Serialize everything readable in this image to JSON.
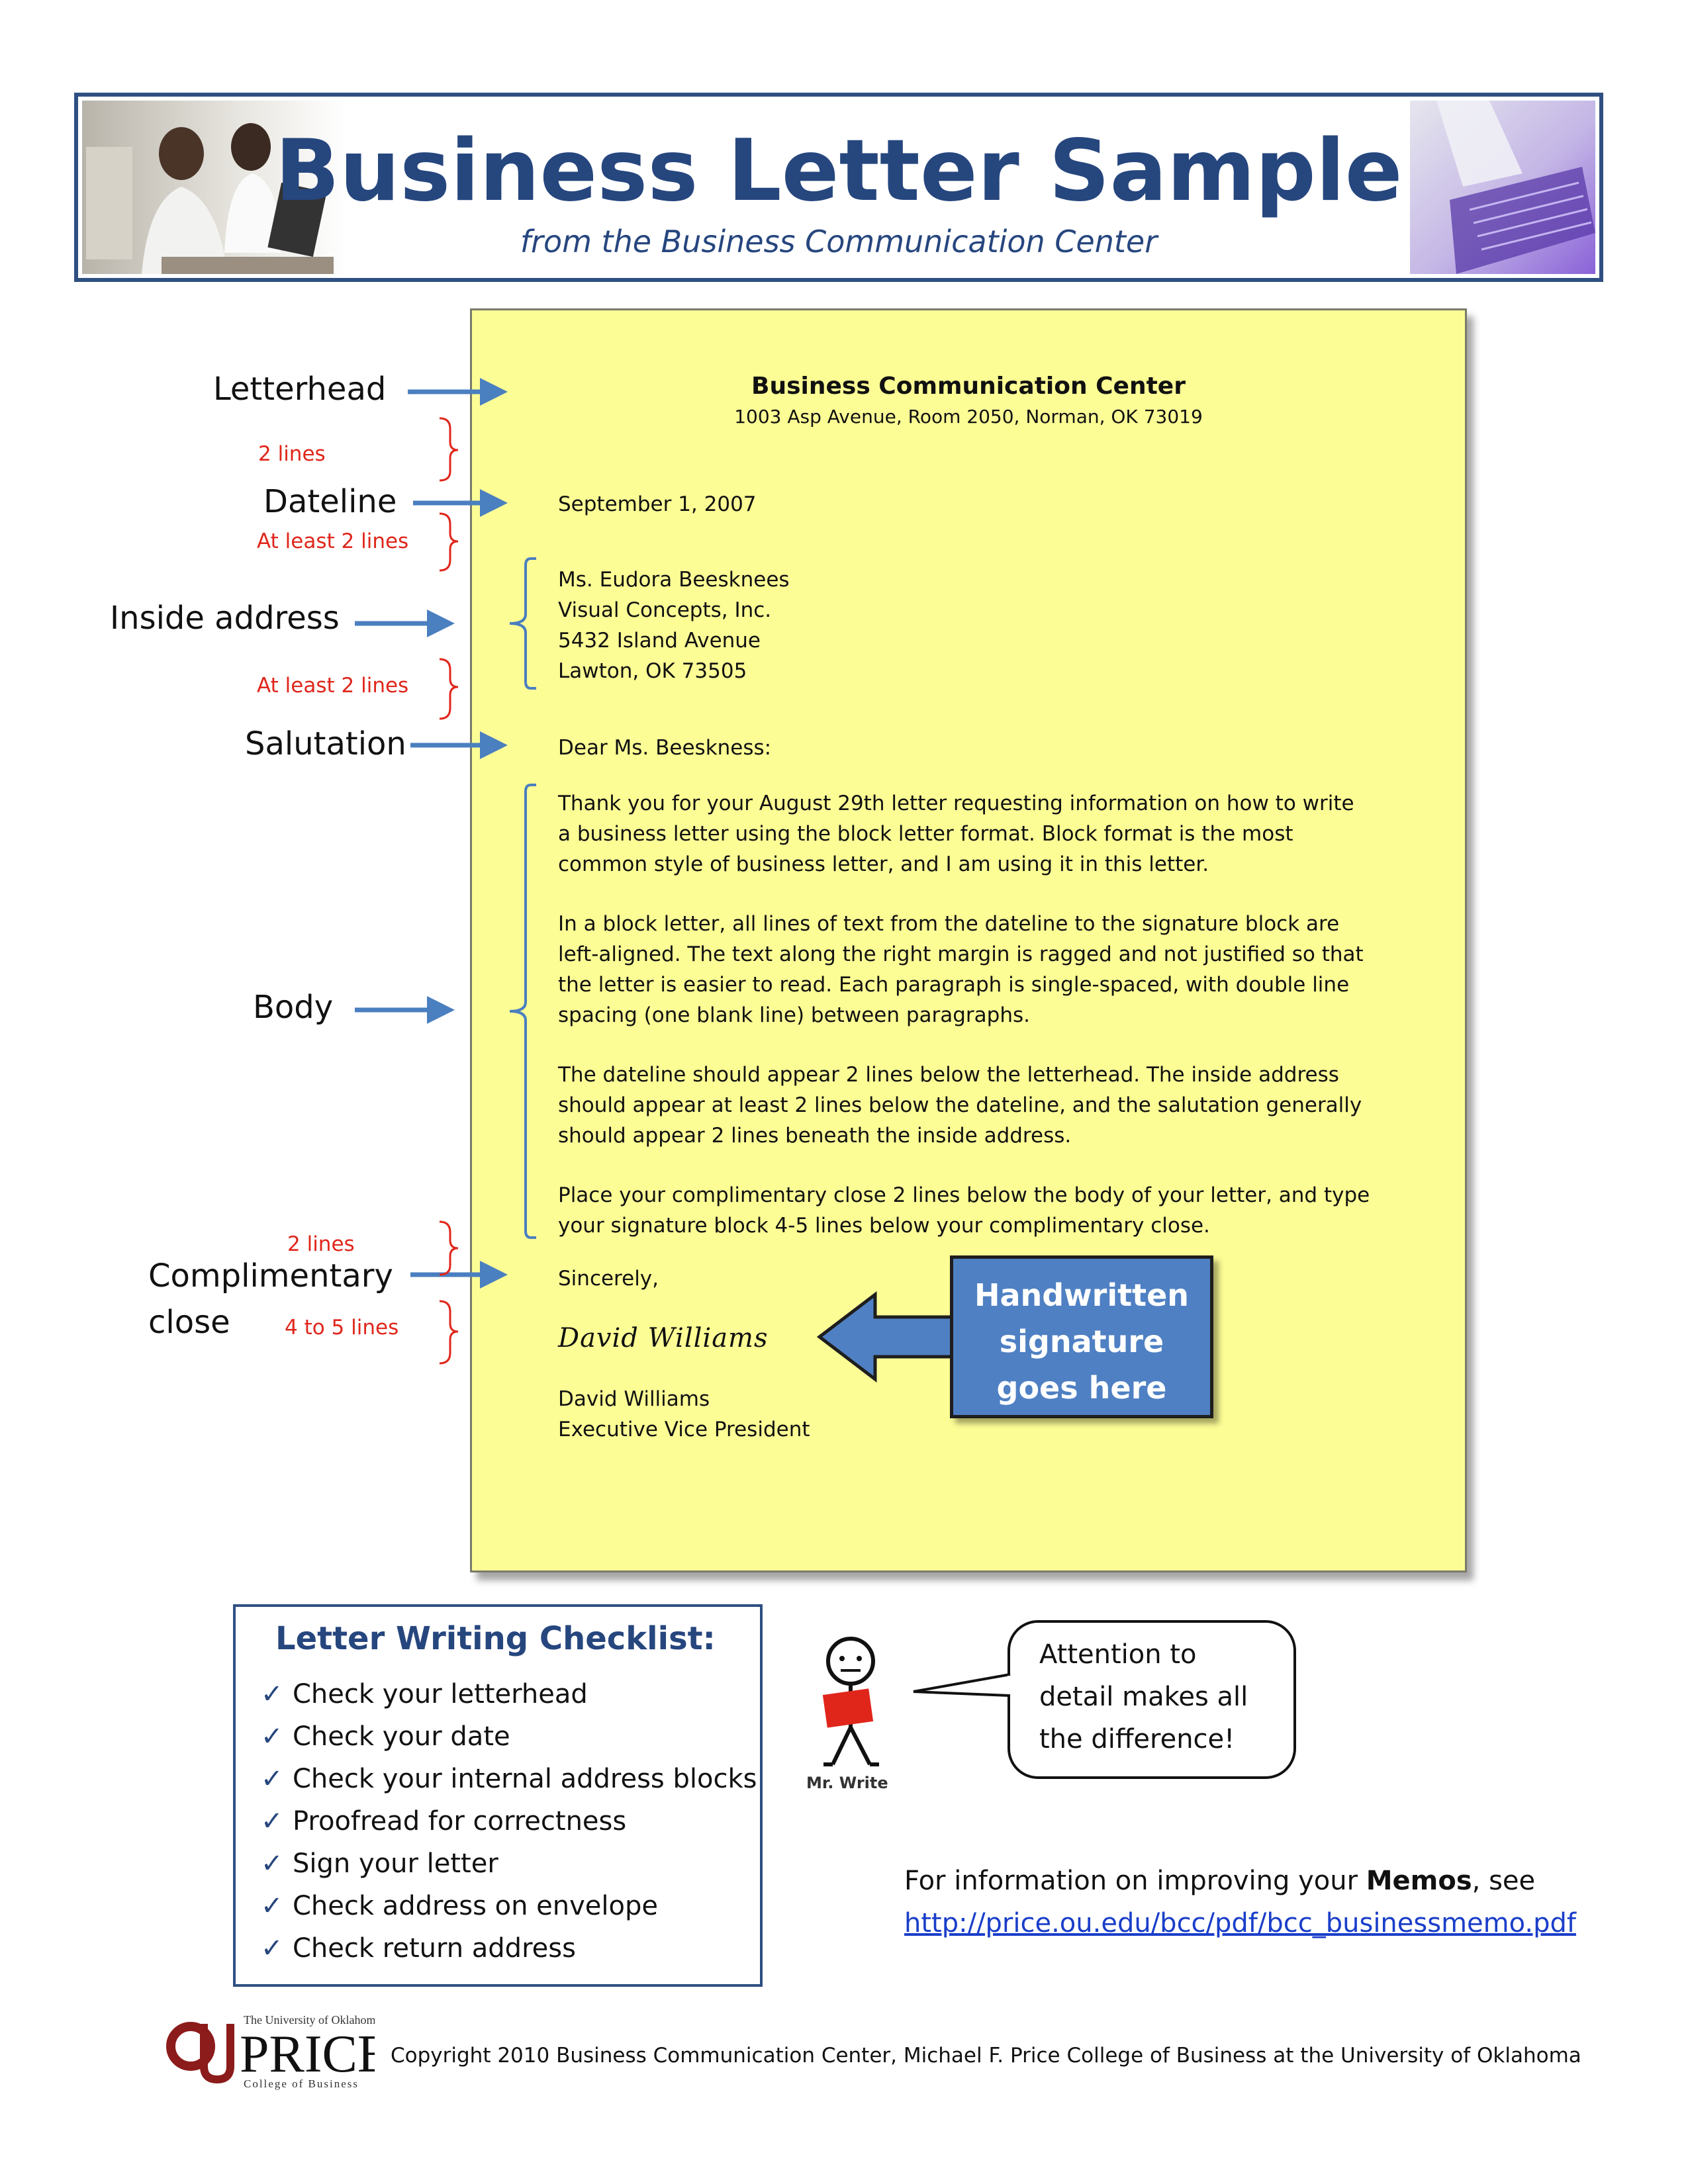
{
  "header": {
    "title": "Business Letter Sample",
    "subtitle": "from the Business Communication Center"
  },
  "letter": {
    "letterhead_name": "Business Communication Center",
    "letterhead_address": "1003 Asp Avenue, Room 2050, Norman, OK 73019",
    "date": "September 1, 2007",
    "inside_address": [
      "Ms. Eudora Beesknees",
      "Visual Concepts, Inc.",
      "5432 Island Avenue",
      "Lawton, OK 73505"
    ],
    "salutation": "Dear Ms. Beeskness:",
    "body": [
      [
        "Thank you for your August 29th letter requesting information on how to write",
        "a business letter using the block letter format.  Block format is the most",
        "common style of business letter, and I am using it in this letter."
      ],
      [
        "In a block letter, all lines of text from the dateline to the signature block are",
        "left-aligned.  The text along the right margin is ragged and not justified so that",
        "the letter is easier to read.  Each paragraph is single-spaced, with double line",
        "spacing (one blank line) between paragraphs."
      ],
      [
        "The dateline should appear 2 lines below the letterhead.  The inside address",
        "should appear at least 2 lines below the dateline, and the salutation generally",
        "should appear 2 lines beneath the inside address."
      ],
      [
        "Place your complimentary close 2 lines below the body of your letter, and type",
        "your signature block 4-5 lines below your complimentary close."
      ]
    ],
    "complimentary_close": "Sincerely,",
    "signature_script": "David Williams",
    "signer_name": "David Williams",
    "signer_title": "Executive Vice President"
  },
  "callout": {
    "lines": [
      "Handwritten",
      "signature",
      "goes here"
    ],
    "fill_color": "#4f80c3"
  },
  "annotations": {
    "letterhead": "Letterhead",
    "two_lines_a": "2 lines",
    "dateline": "Dateline",
    "at_least_a": "At least 2 lines",
    "inside_address": "Inside address",
    "at_least_b": "At least 2 lines",
    "salutation": "Salutation",
    "body": "Body",
    "two_lines_b": "2 lines",
    "complimentary_1": "Complimentary",
    "complimentary_2": "close",
    "four_to_five": "4 to 5 lines",
    "label_color": "#e0261b",
    "arrow_color": "#4a7fc0"
  },
  "checklist": {
    "title": "Letter Writing Checklist:",
    "items": [
      "Check your letterhead",
      "Check your date",
      "Check your internal address blocks",
      "Proofread for correctness",
      "Sign your letter",
      "Check address on envelope",
      "Check return address"
    ]
  },
  "mascot": {
    "label": "Mr. Write",
    "speech": [
      "Attention to",
      "detail makes all",
      "the difference!"
    ]
  },
  "memo": {
    "prefix": "For information on improving your ",
    "bold": "Memos",
    "suffix": ", see",
    "link": "http://price.ou.edu/bcc/pdf/bcc_businessmemo.pdf"
  },
  "footer": {
    "logo_line1": "The University of Oklahoma",
    "logo_word": "PRICE",
    "logo_line3": "College of Business",
    "copyright": "Copyright 2010 Business Communication Center, Michael F. Price College of Business at the University of Oklahoma"
  },
  "brand_color": "#26467e"
}
